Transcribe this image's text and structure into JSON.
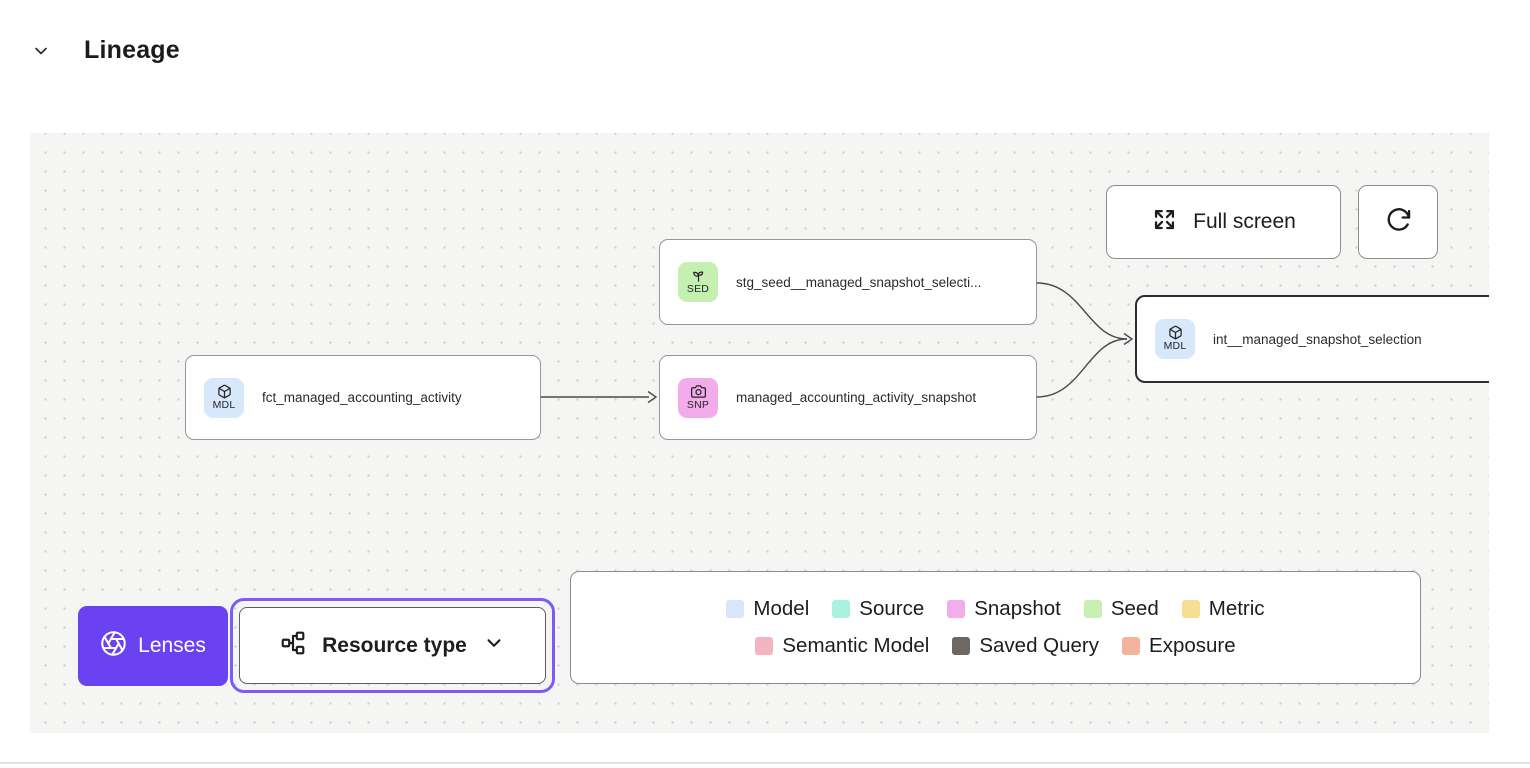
{
  "header": {
    "title": "Lineage"
  },
  "canvas": {
    "toolbar": {
      "full_screen_label": "Full screen"
    },
    "nodes": [
      {
        "badge": "MDL",
        "icon": "cube-icon",
        "label": "fct_managed_accounting_activity",
        "color": "#d7e8fb"
      },
      {
        "badge": "SED",
        "icon": "seedling-icon",
        "label": "stg_seed__managed_snapshot_selecti...",
        "color": "#c5f0b1"
      },
      {
        "badge": "SNP",
        "icon": "camera-icon",
        "label": "managed_accounting_activity_snapshot",
        "color": "#f2aceb"
      },
      {
        "badge": "MDL",
        "icon": "cube-icon",
        "label": "int__managed_snapshot_selection",
        "color": "#d7e8fb",
        "selected": "true"
      }
    ],
    "lenses_button": {
      "label": "Lenses",
      "color": "#6b42f1"
    },
    "resource_type_dropdown": {
      "label": "Resource type"
    },
    "legend": {
      "items": [
        {
          "label": "Model",
          "color": "#d8e6fc"
        },
        {
          "label": "Source",
          "color": "#a8f2de"
        },
        {
          "label": "Snapshot",
          "color": "#f2aeea"
        },
        {
          "label": "Seed",
          "color": "#c8f0b2"
        },
        {
          "label": "Metric",
          "color": "#f6df94"
        },
        {
          "label": "Semantic Model",
          "color": "#f3b3c0"
        },
        {
          "label": "Saved Query",
          "color": "#6e6865"
        },
        {
          "label": "Exposure",
          "color": "#f4b49c"
        }
      ]
    }
  }
}
